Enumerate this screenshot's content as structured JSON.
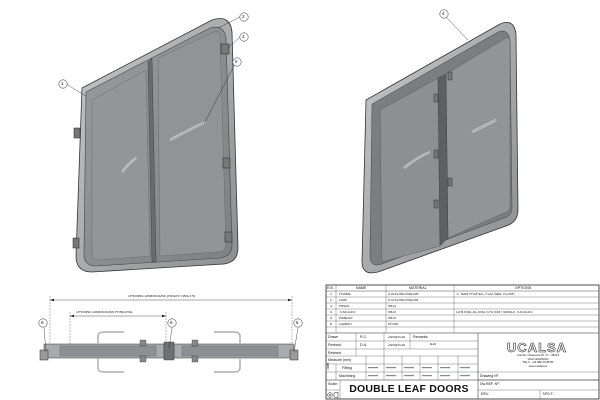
{
  "drawing": {
    "title": "DOUBLE LEAF DOORS",
    "dim_total": "OPENING DIMENSIONS (HEIGHT×WIDTH)",
    "dim_principal": "OPENING DIMENSIONS PRINCIPAL",
    "balloons": [
      "1",
      "2",
      "3",
      "4",
      "5",
      "6"
    ]
  },
  "parts_table": {
    "headers": [
      "E.B.",
      "NAME",
      "MATERIAL",
      "OPTIONS"
    ],
    "rows": [
      [
        "1",
        "FRAME",
        "STEEL/INOX/ALUM",
        "\"L\" BAR PROFILE, FLAT BAR, FLUSH"
      ],
      [
        "2",
        "LEAF",
        "STEEL/INOX/ALUM",
        ""
      ],
      [
        "3",
        "HINGE",
        "INOX",
        ""
      ],
      [
        "4",
        "TOGGLES",
        "INOX",
        "CENTRAL ACTING SYSTEM / SINGLE TOGGLES"
      ],
      [
        "5",
        "HANDLE",
        "INOX",
        ""
      ],
      [
        "6",
        "GASKET",
        "EPDM",
        ""
      ]
    ]
  },
  "title_block": {
    "drawn_label": "Drawn",
    "drawn_by": "R.C.",
    "drawn_date": "25/05/2016",
    "revised_label": "Revised",
    "revised_by": "D.A.",
    "revised_date": "25/05/2016",
    "revised2_label": "Revised",
    "remarks_label": "Remarks:",
    "remarks_value": "A15",
    "measure_label": "Measure (mm)",
    "fitting_label": "Fitting",
    "machining_label": "Machining",
    "tolerance_label": "Toler.",
    "scale_label": "Scale:",
    "drawing_no_label": "Drawing Nº:",
    "dw_ref_label": "Dw.REF. Nº:",
    "rev_label": "REV.",
    "ot_label": "NºO.T.:"
  },
  "company": {
    "logo_text": "UCALSA",
    "address_lines": [
      "Camiño Casanova 25, 27 · 36213",
      "VIGO (ESPAÑA)",
      "TEL.F. +34 986 23 88 80",
      "www.ucalsa.es"
    ]
  },
  "colors": {
    "door_fill": "#8f9092",
    "door_dark": "#6e6f71",
    "frame_light": "#b9babc",
    "line": "#222222",
    "tol_text": "#5aa08a"
  }
}
